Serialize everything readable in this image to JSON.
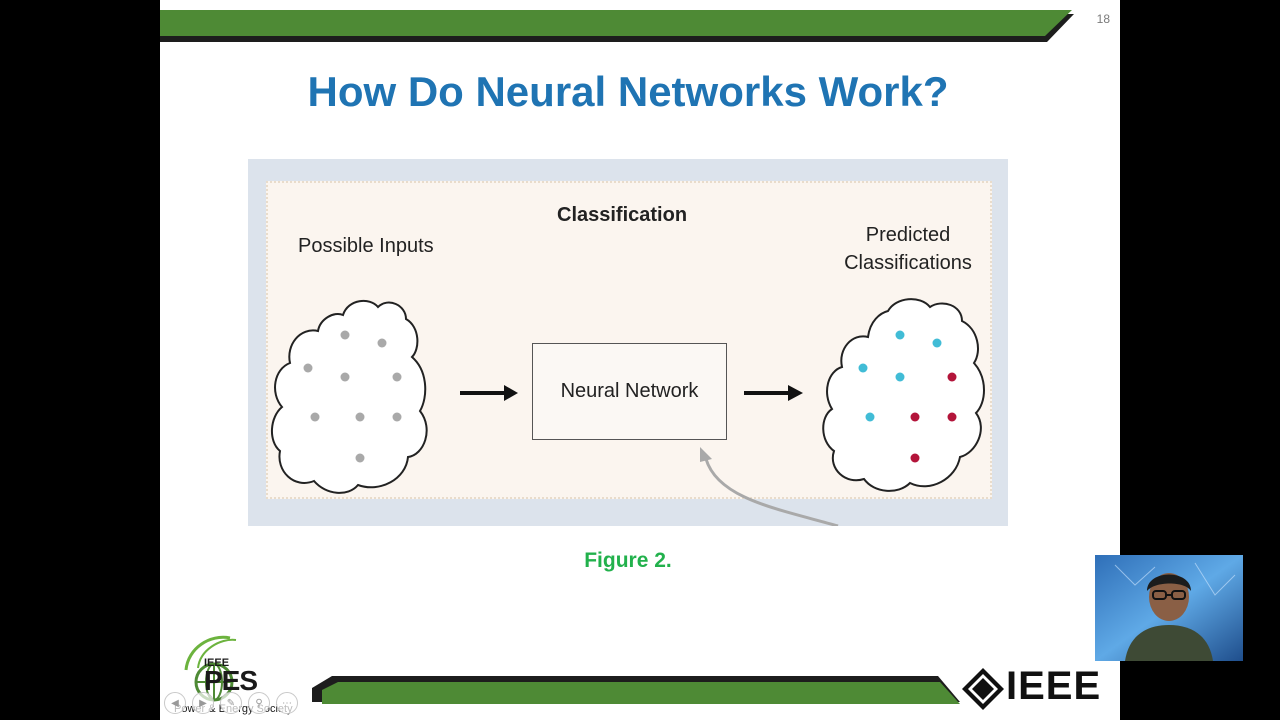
{
  "slide": {
    "number": "18",
    "title": "How Do Neural Networks Work?",
    "caption": "Figure 2."
  },
  "figure": {
    "heading": "Classification",
    "inputs_label": "Possible Inputs",
    "predicted_label": "Predicted Classifications",
    "box_label": "Neural Network"
  },
  "logos": {
    "pes_small": "IEEE",
    "pes_main": "PES",
    "pes_society": "Power & Energy Society",
    "ieee": "IEEE"
  },
  "colors": {
    "title": "#1f74b3",
    "caption": "#22b14c",
    "band_green": "#4e8a35",
    "dot_gray": "#a9a9a9",
    "dot_cyan": "#41bcd6",
    "dot_red": "#b3143a"
  },
  "presentation_controls": [
    "previous-icon",
    "next-icon",
    "pen-icon",
    "zoom-icon",
    "more-icon"
  ],
  "webcam": {
    "description_icon": "webcam-person-icon"
  }
}
